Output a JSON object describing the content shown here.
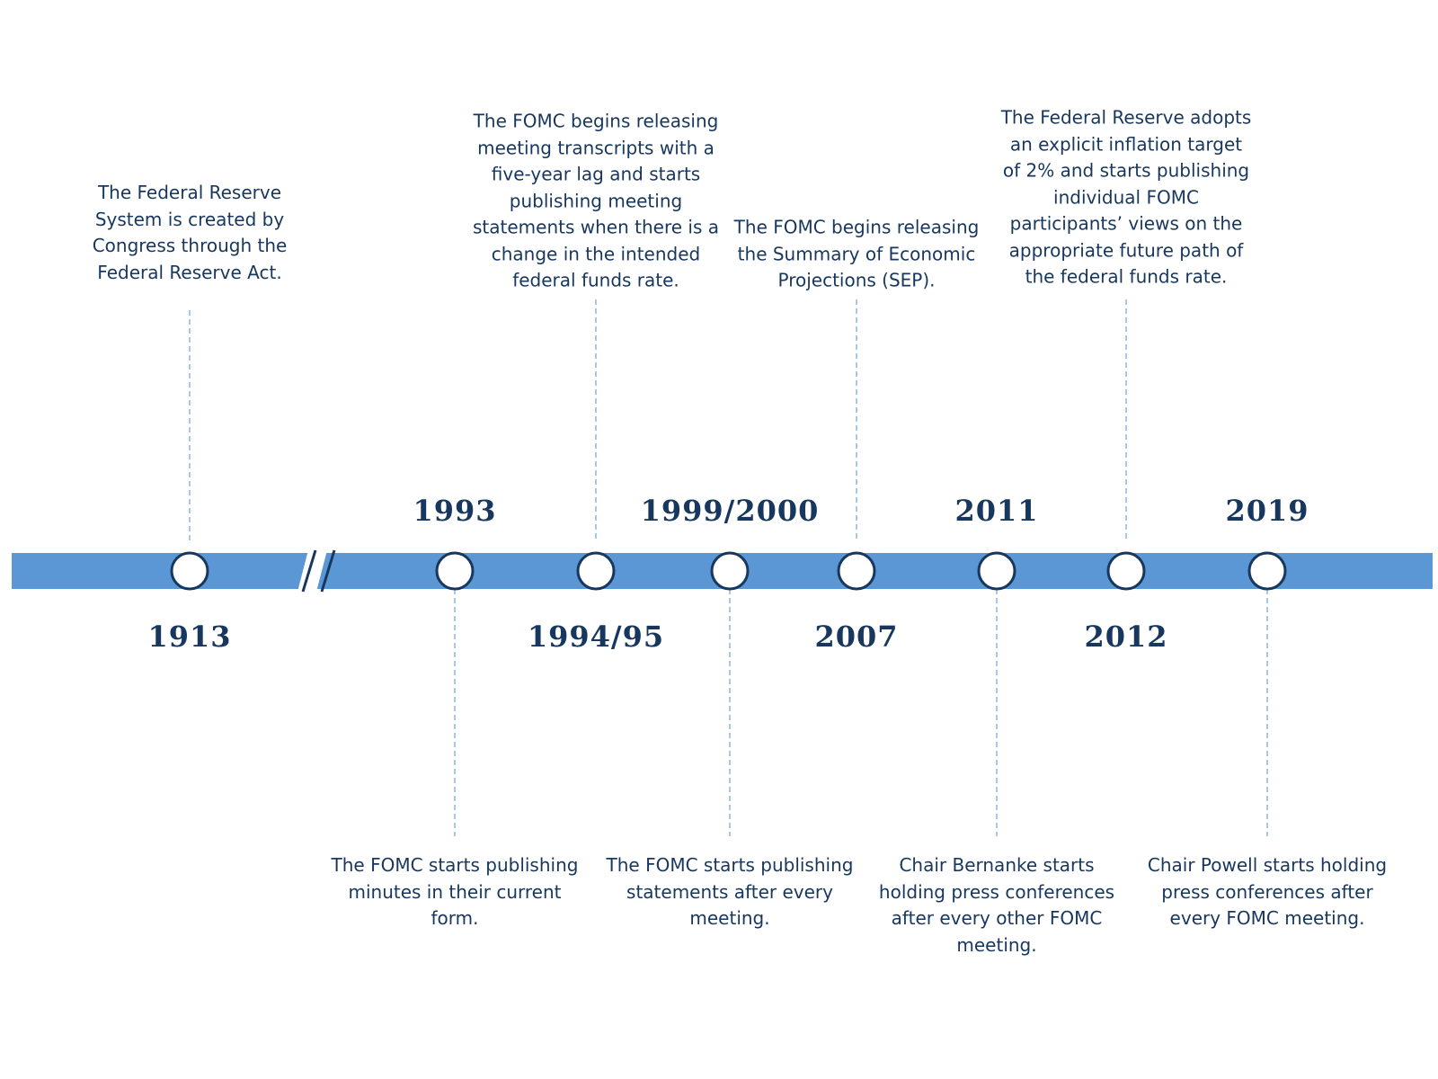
{
  "colors": {
    "bar": "#5b97d5",
    "text": "#17375e",
    "connector": "#a9c8e8",
    "marker_fill": "#ffffff"
  },
  "events": [
    {
      "year": "1913",
      "position": "above",
      "text": "The Federal Reserve System is created by Congress through the Federal Reserve Act."
    },
    {
      "year": "1993",
      "position": "below",
      "text": "The FOMC starts publishing minutes in their current form."
    },
    {
      "year": "1994/95",
      "position": "above",
      "text": "The FOMC begins releasing meeting transcripts with a five-year lag and starts publishing meeting statements when there is a change in the intended federal funds rate."
    },
    {
      "year": "1999/2000",
      "position": "below",
      "text": "The FOMC starts publishing statements after every meeting."
    },
    {
      "year": "2007",
      "position": "above",
      "text": "The FOMC begins releasing the Summary of Economic Projections (SEP)."
    },
    {
      "year": "2011",
      "position": "below",
      "text": "Chair Bernanke starts holding press conferences after every other FOMC meeting."
    },
    {
      "year": "2012",
      "position": "above",
      "text": "The Federal Reserve adopts an explicit inflation target of 2% and starts publishing individual FOMC participants’ views on the appropriate future path of the federal funds rate."
    },
    {
      "year": "2019",
      "position": "below",
      "text": "Chair Powell starts holding press conferences after every FOMC meeting."
    }
  ]
}
